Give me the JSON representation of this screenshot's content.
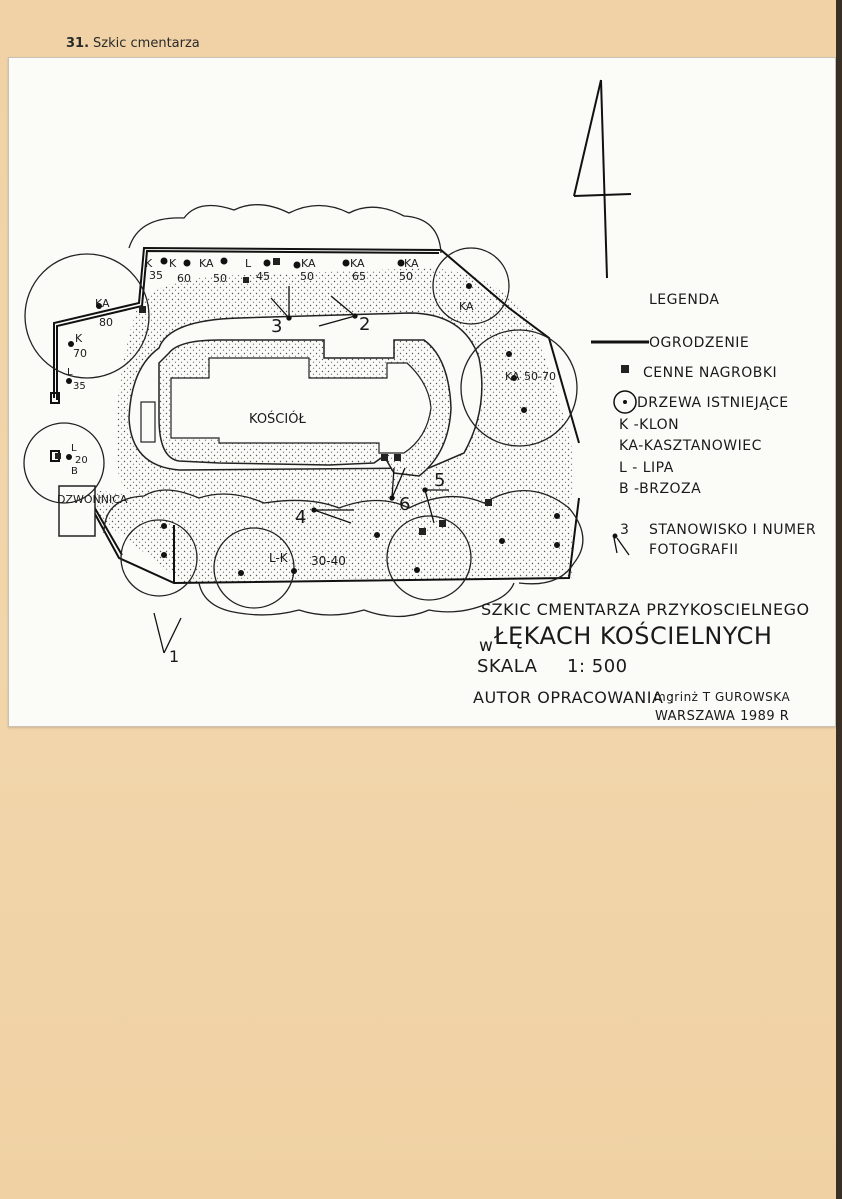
{
  "caption": {
    "number": "31.",
    "text": "Szkic cmentarza"
  },
  "legend": {
    "heading": "LEGENDA",
    "fence": "OGRODZENIE",
    "tombstones": "CENNE NAGROBKI",
    "trees": "DRZEWA ISTNIEJĄCE",
    "k": "K -KLON",
    "ka": "KA-KASZTANOWIEC",
    "l": "L - LIPA",
    "b": "B -BRZOZA",
    "station_number": "3",
    "station_line1": "STANOWISKO I NUMER",
    "station_line2": "FOTOGRAFII"
  },
  "title": {
    "line1": "SZKIC CMENTARZA PRZYKOSCIELNEGO",
    "line2_prefix": "w",
    "line2": "ŁĘKACH KOŚCIELNYCH",
    "scale_label": "SKALA",
    "scale_value": "1: 500",
    "author_label": "AUTOR OPRACOWANIA :",
    "author_name": "mgrinż T GUROWSKA",
    "place_date": "WARSZAWA 1989 R"
  },
  "map": {
    "church": "KOŚCIÓŁ",
    "bell_tower": "DZWONNICA",
    "north_symbol": "4",
    "tree_labels": [
      {
        "species": "K",
        "value": "35"
      },
      {
        "species": "K",
        "value": "60"
      },
      {
        "species": "KA",
        "value": "50"
      },
      {
        "species": "L",
        "value": "45"
      },
      {
        "species": "KA",
        "value": "50"
      },
      {
        "species": "KA",
        "value": "65"
      },
      {
        "species": "KA",
        "value": "50"
      },
      {
        "species": "KA",
        "value": ""
      },
      {
        "species": "KA",
        "value": "50-70"
      },
      {
        "species": "KA",
        "value": "80"
      },
      {
        "species": "K",
        "value": "70"
      },
      {
        "species": "L",
        "value": "35"
      },
      {
        "species": "L",
        "value": "20"
      },
      {
        "species": "B",
        "value": ""
      },
      {
        "species": "L-K",
        "value": "30-40"
      }
    ],
    "stations": [
      "1",
      "2",
      "3",
      "4",
      "5",
      "6"
    ]
  }
}
